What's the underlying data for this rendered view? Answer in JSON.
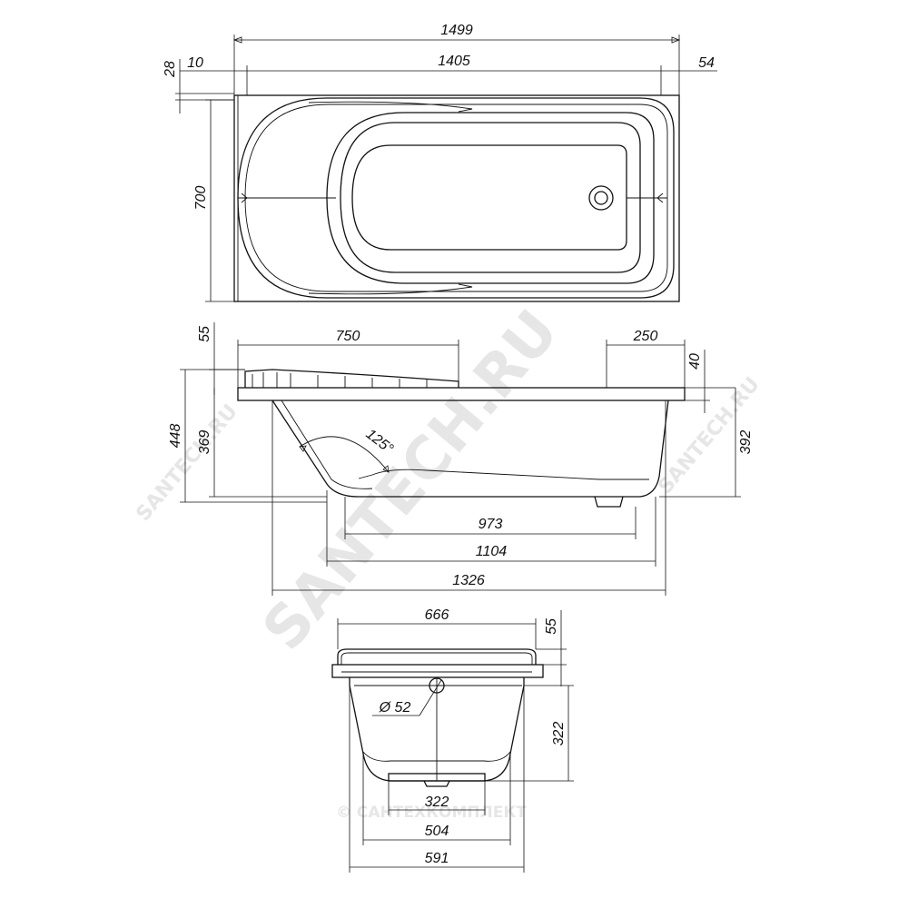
{
  "watermark": {
    "main": "SANTECH.RU",
    "small_right": "SANTECH.RU",
    "small_left": "SANTECH.RU",
    "bottom": "© САНТЕХКОМПЛЕКТ"
  },
  "top_view": {
    "total_length": "1499",
    "offset_left": "10",
    "rim_thickness": "28",
    "inner_length": "1405",
    "offset_right": "54",
    "width": "700"
  },
  "side_view": {
    "seat_length": "750",
    "seat_height": "55",
    "right_ledge": "250",
    "right_height": "40",
    "total_height": "448",
    "bowl_depth": "369",
    "right_depth": "392",
    "angle": "125°",
    "bottom_length_1": "973",
    "bottom_length_2": "1104",
    "bottom_length_3": "1326"
  },
  "end_view": {
    "top_width": "666",
    "rim_height": "55",
    "drain_diameter": "Ø 52",
    "depth": "322",
    "foot_width": "322",
    "bottom_width": "504",
    "outer_width": "591"
  }
}
